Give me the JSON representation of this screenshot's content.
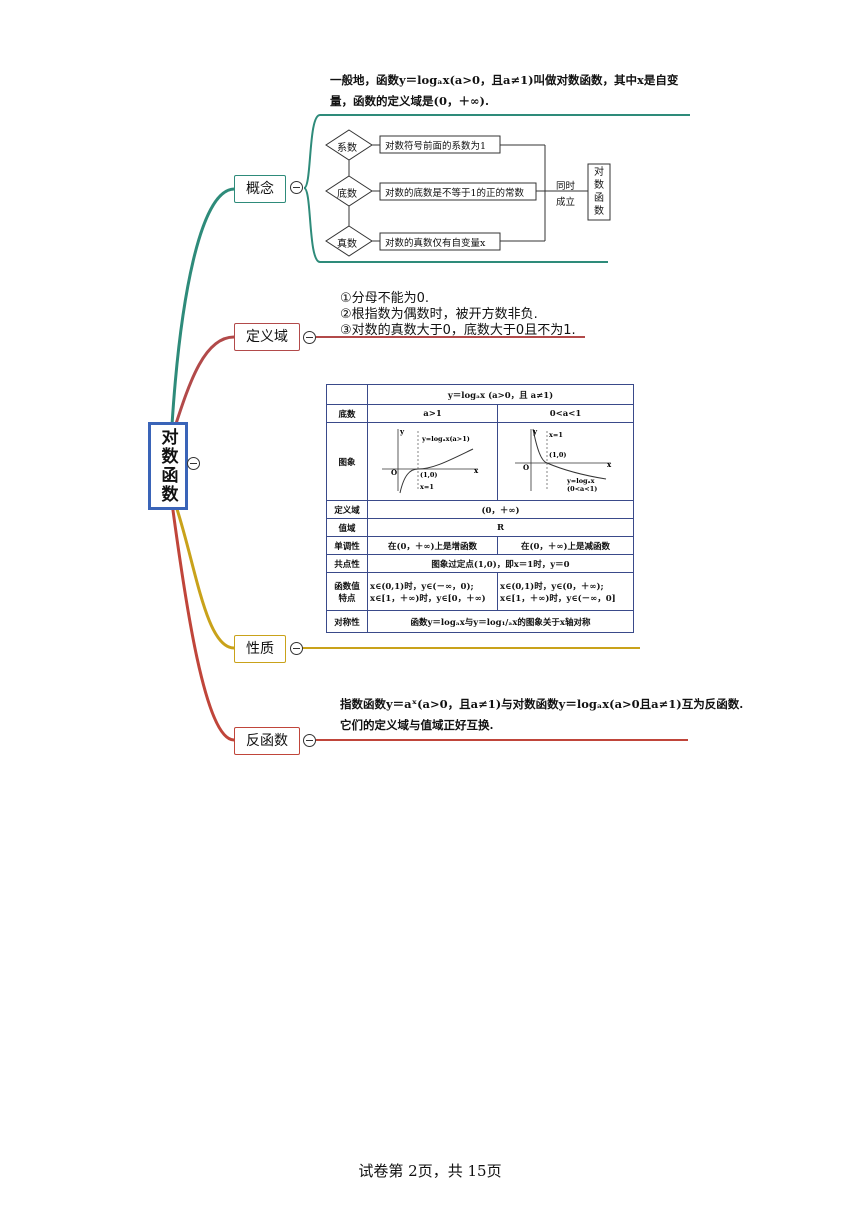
{
  "root": {
    "label": "对数函数"
  },
  "branches": {
    "concept": {
      "label": "概念",
      "intro": "一般地，函数y＝logₐx(a>0，且a≠1)叫做对数函数，其中x是自变量，函数的定义域是(0，＋∞).",
      "flow": {
        "diamonds": [
          "系数",
          "底数",
          "真数"
        ],
        "boxes": [
          "对数符号前面的系数为1",
          "对数的底数是不等于1的正的常数",
          "对数的真数仅有自变量x"
        ],
        "merge_label_1": "同时",
        "merge_label_2": "成立",
        "result": "对数函数"
      }
    },
    "domain": {
      "label": "定义域",
      "rules": [
        "①分母不能为0.",
        "②根指数为偶数时，被开方数非负.",
        "③对数的真数大于0，底数大于0且不为1."
      ]
    },
    "property": {
      "label": "性质",
      "table": {
        "title": "y＝logₐx (a>0，且 a≠1)",
        "cols": [
          "a>1",
          "0<a<1"
        ],
        "rows": {
          "base": "底数",
          "graph": "图象",
          "graph_left": {
            "curve": "y=logₐx(a>1)",
            "point": "(1,0)",
            "x1": "x=1",
            "o": "O",
            "x": "x",
            "y": "y"
          },
          "graph_right": {
            "curve": "y=logₐx",
            "cond": "(0<a<1)",
            "point": "(1,0)",
            "x1": "x=1",
            "o": "O",
            "x": "x",
            "y": "y"
          },
          "domain_h": "定义域",
          "domain_v": "(0，＋∞)",
          "range_h": "值域",
          "range_v": "R",
          "mono_h": "单调性",
          "mono_l": "在(0，＋∞)上是增函数",
          "mono_r": "在(0，＋∞)上是减函数",
          "common_h": "共点性",
          "common_v": "图象过定点(1,0)，即x＝1时，y＝0",
          "feature_h1": "函数值",
          "feature_h2": "特点",
          "feature_l1": "x∈(0,1)时，y∈(－∞，0);",
          "feature_l2": "x∈[1，＋∞)时，y∈[0，＋∞)",
          "feature_r1": "x∈(0,1)时，y∈(0，＋∞);",
          "feature_r2": "x∈[1，＋∞)时，y∈(－∞，0]",
          "sym_h": "对称性",
          "sym_v": "函数y＝logₐx与y＝log₁/ₐx的图象关于x轴对称"
        }
      }
    },
    "inverse": {
      "label": "反函数",
      "line1": "指数函数y＝aˣ(a>0，且a≠1)与对数函数y＝logₐx(a>0且a≠1)互为反函数.",
      "line2": "它们的定义域与值域正好互换."
    }
  },
  "footer": "试卷第 2页，共 15页",
  "colors": {
    "concept": "#2e8b7a",
    "domain": "#b24a4a",
    "property": "#c9a21a",
    "inverse": "#c0453a",
    "root_border": "#3a64b8"
  }
}
